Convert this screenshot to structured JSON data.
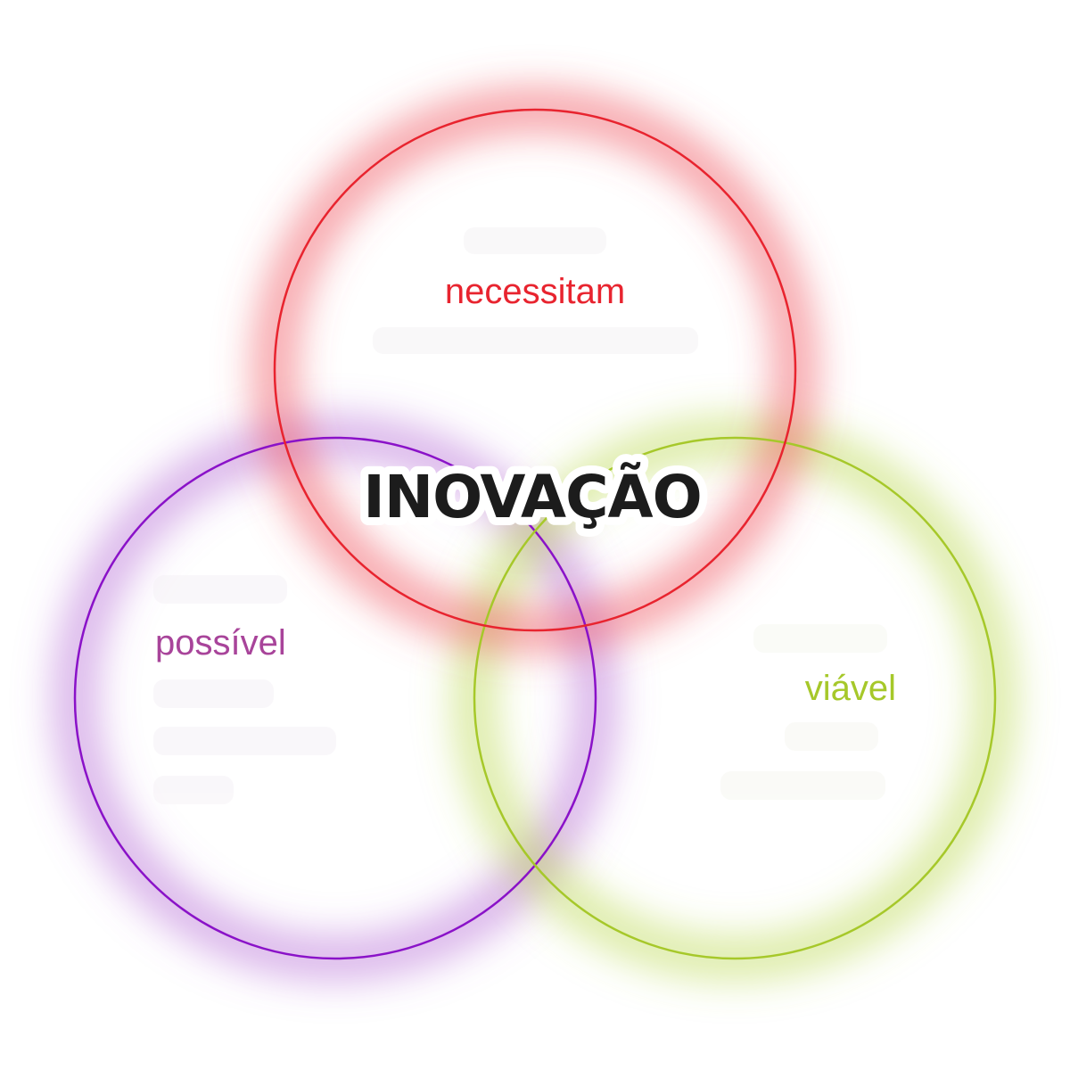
{
  "diagram": {
    "center_label": "INOVAÇÃO",
    "circles": {
      "top": {
        "keyword": "necessitam",
        "color": "#e8242f"
      },
      "left": {
        "keyword": "possível",
        "keyword_color": "#a8449a",
        "color": "#8a12c8"
      },
      "right": {
        "keyword": "viável",
        "color": "#a6c82a"
      }
    }
  }
}
